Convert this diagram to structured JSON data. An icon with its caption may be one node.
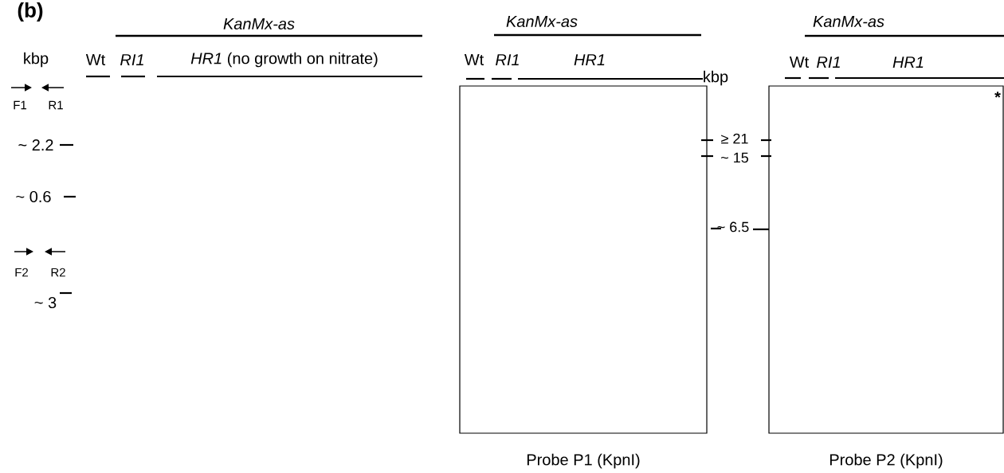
{
  "diagram": {
    "nodes": [
      {
        "text": [],
        "shape": "box",
        "beside": [
          "Probe P1 (KpnI)"
        ]
      },
      {
        "text": [],
        "shape": "box",
        "beside": [
          "Probe P2 (KpnI)"
        ]
      }
    ],
    "labels": [
      "(b)",
      "KanMx-as",
      "KanMx-as",
      "KanMx-as",
      "kbp",
      "Wt",
      "RI1",
      "*HR1* (no growth on nitrate)",
      "Wt",
      "RI1",
      "HR1",
      "Wt",
      "RI1",
      "HR1",
      "F1",
      "R1",
      "kbp",
      "*",
      "~ 2.2",
      "≥ 21",
      "~ 15",
      "~ 0.6",
      "~ 6.5",
      "F2",
      "R2",
      "~ 3"
    ]
  }
}
